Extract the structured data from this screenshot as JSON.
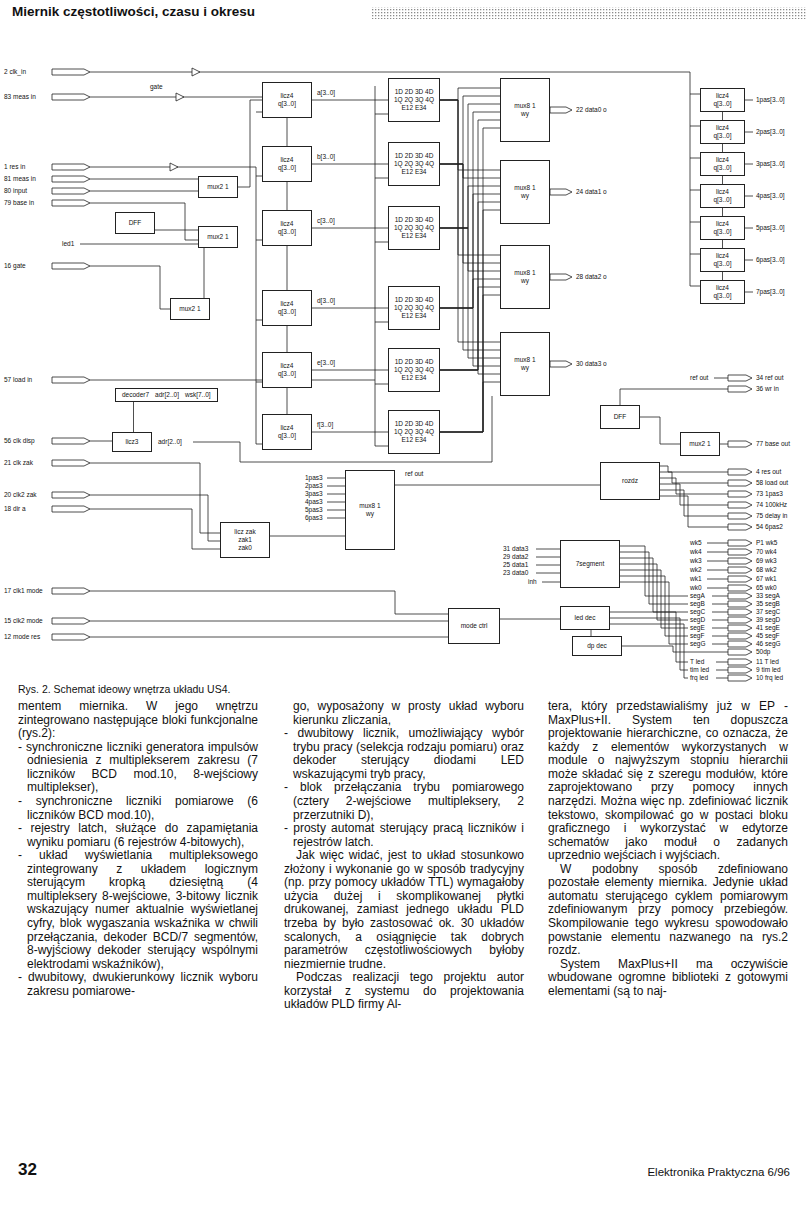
{
  "diagram": {
    "title": "Miernik częstotliwości, czasu i okresu",
    "caption": "Rys. 2. Schemat ideowy wnętrza układu US4.",
    "nodes": [
      {
        "text": [
          "licz4",
          "q[3..0]"
        ]
      },
      {
        "text": [
          "licz4",
          "q[3..0]"
        ]
      },
      {
        "text": [
          "licz4",
          "q[3..0]"
        ]
      },
      {
        "text": [
          "licz4",
          "q[3..0]"
        ]
      },
      {
        "text": [
          "licz4",
          "q[3..0]"
        ]
      },
      {
        "text": [
          "licz4",
          "q[3..0]"
        ]
      },
      {
        "text": [
          "1D 2D 3D 4D",
          "1Q 2Q 3Q 4Q",
          "E12 E34"
        ]
      },
      {
        "text": [
          "1D 2D 3D 4D",
          "1Q 2Q 3Q 4Q",
          "E12 E34"
        ]
      },
      {
        "text": [
          "1D 2D 3D 4D",
          "1Q 2Q 3Q 4Q",
          "E12 E34"
        ]
      },
      {
        "text": [
          "1D 2D 3D 4D",
          "1Q 2Q 3Q 4Q",
          "E12 E34"
        ]
      },
      {
        "text": [
          "1D 2D 3D 4D",
          "1Q 2Q 3Q 4Q",
          "E12 E34"
        ]
      },
      {
        "text": [
          "1D 2D 3D 4D",
          "1Q 2Q 3Q 4Q",
          "E12 E34"
        ]
      },
      {
        "text": [
          "mux8 1",
          "wy"
        ]
      },
      {
        "text": [
          "mux8 1",
          "wy"
        ]
      },
      {
        "text": [
          "mux8 1",
          "wy"
        ]
      },
      {
        "text": [
          "mux8 1",
          "wy"
        ]
      },
      {
        "text": [
          "licz4",
          "q[3..0]"
        ]
      },
      {
        "text": [
          "licz4",
          "q[3..0]"
        ]
      },
      {
        "text": [
          "licz4",
          "q[3..0]"
        ]
      },
      {
        "text": [
          "licz4",
          "q[3..0]"
        ]
      },
      {
        "text": [
          "licz4",
          "q[3..0]"
        ]
      },
      {
        "text": [
          "licz4",
          "q[3..0]"
        ]
      },
      {
        "text": [
          "licz4",
          "q[3..0]"
        ]
      },
      {
        "text": [
          "mux2 1"
        ]
      },
      {
        "text": [
          "DFF"
        ]
      },
      {
        "text": [
          "mux2 1"
        ]
      },
      {
        "text": [
          "mux2 1"
        ]
      },
      {
        "text": [
          "decoder7",
          "adr[2..0]",
          "wsk[7..0]"
        ]
      },
      {
        "text": [
          "licz3"
        ]
      },
      {
        "text": [
          "licz zak",
          "zak1",
          "zak0"
        ]
      },
      {
        "text": [
          "mux8 1",
          "wy"
        ]
      },
      {
        "text": [
          "DFF"
        ]
      },
      {
        "text": [
          "mux2 1"
        ]
      },
      {
        "text": [
          "rozdz"
        ]
      },
      {
        "text": [
          "7segment"
        ]
      },
      {
        "text": [
          "mode ctrl"
        ]
      },
      {
        "text": [
          "led dec"
        ]
      },
      {
        "text": [
          "dp dec"
        ]
      }
    ],
    "edges": [
      {
        "from": 0,
        "to": 1,
        "arrow": "none"
      },
      {
        "from": 1,
        "to": 2,
        "arrow": "none"
      },
      {
        "from": 2,
        "to": 3,
        "arrow": "none"
      },
      {
        "from": 3,
        "to": 4,
        "arrow": "none"
      },
      {
        "from": 4,
        "to": 5,
        "arrow": "none"
      },
      {
        "from": 0,
        "to": 6,
        "arrow": "none"
      },
      {
        "from": 1,
        "to": 7,
        "arrow": "none"
      },
      {
        "from": 2,
        "to": 8,
        "arrow": "none"
      },
      {
        "from": 3,
        "to": 9,
        "arrow": "none"
      },
      {
        "from": 4,
        "to": 10,
        "arrow": "none"
      },
      {
        "from": 5,
        "to": 11,
        "arrow": "none"
      },
      {
        "from": 6,
        "to": 12,
        "arrow": "none"
      },
      {
        "from": 6,
        "to": 13,
        "arrow": "none"
      },
      {
        "from": 6,
        "to": 14,
        "arrow": "none"
      },
      {
        "from": 6,
        "to": 15,
        "arrow": "none"
      },
      {
        "from": 7,
        "to": 12,
        "arrow": "none"
      },
      {
        "from": 7,
        "to": 13,
        "arrow": "none"
      },
      {
        "from": 7,
        "to": 14,
        "arrow": "none"
      },
      {
        "from": 7,
        "to": 15,
        "arrow": "none"
      },
      {
        "from": 8,
        "to": 12,
        "arrow": "none"
      },
      {
        "from": 8,
        "to": 13,
        "arrow": "none"
      },
      {
        "from": 8,
        "to": 14,
        "arrow": "none"
      },
      {
        "from": 8,
        "to": 15,
        "arrow": "none"
      },
      {
        "from": 9,
        "to": 12,
        "arrow": "none"
      },
      {
        "from": 9,
        "to": 13,
        "arrow": "none"
      },
      {
        "from": 9,
        "to": 14,
        "arrow": "none"
      },
      {
        "from": 9,
        "to": 15,
        "arrow": "none"
      },
      {
        "from": 10,
        "to": 12,
        "arrow": "none"
      },
      {
        "from": 10,
        "to": 13,
        "arrow": "none"
      },
      {
        "from": 10,
        "to": 14,
        "arrow": "none"
      },
      {
        "from": 10,
        "to": 15,
        "arrow": "none"
      },
      {
        "from": 11,
        "to": 12,
        "arrow": "none"
      },
      {
        "from": 11,
        "to": 13,
        "arrow": "none"
      },
      {
        "from": 11,
        "to": 14,
        "arrow": "none"
      },
      {
        "from": 11,
        "to": 15,
        "arrow": "none"
      },
      {
        "from": 16,
        "to": 17,
        "arrow": "none"
      },
      {
        "from": 17,
        "to": 18,
        "arrow": "none"
      },
      {
        "from": 18,
        "to": 19,
        "arrow": "none"
      },
      {
        "from": 19,
        "to": 20,
        "arrow": "none"
      },
      {
        "from": 20,
        "to": 21,
        "arrow": "none"
      },
      {
        "from": 21,
        "to": 22,
        "arrow": "none"
      },
      {
        "from": 23,
        "to": 0,
        "arrow": "none"
      },
      {
        "from": 24,
        "to": 25,
        "arrow": "none"
      },
      {
        "from": 25,
        "to": 26,
        "arrow": "none"
      },
      {
        "from": 28,
        "to": 27,
        "arrow": "none"
      },
      {
        "from": 29,
        "to": 30,
        "arrow": "none"
      },
      {
        "from": 30,
        "to": 33,
        "arrow": "none"
      },
      {
        "from": 31,
        "to": 32,
        "arrow": "none"
      },
      {
        "from": 35,
        "to": 36,
        "arrow": "none"
      },
      {
        "from": 36,
        "to": 37,
        "arrow": "none"
      }
    ],
    "labels": [
      "2 clk_in",
      "83 meas in",
      "1 res in",
      "81 meas in",
      "80 input",
      "79 base in",
      "16 gate",
      "57 load in",
      "56 clk disp",
      "21 clk zak",
      "20 clk2 zak",
      "18 dir a",
      "17 clk1 mode",
      "15 clk2 mode",
      "12 mode res",
      "gate",
      "led1",
      "a[3..0]",
      "b[3..0]",
      "c[3..0]",
      "d[3..0]",
      "e[3..0]",
      "f[3..0]",
      "22 data0 o",
      "24 data1 o",
      "28 data2 o",
      "30 data3 o",
      "1pas[3..0]",
      "2pas[3..0]",
      "3pas[3..0]",
      "4pas[3..0]",
      "5pas[3..0]",
      "6pas[3..0]",
      "7pas[3..0]",
      "ref out",
      "ref out",
      "34 ref out",
      "36 wr in",
      "77 base out",
      "4 res out",
      "58 load out",
      "73 1pas3",
      "74 100kHz",
      "75 delay in",
      "54 6pas2",
      "wk5",
      "wk4",
      "wk3",
      "wk2",
      "wk1",
      "wk0",
      "P1 wk5",
      "70 wk4",
      "69 wk3",
      "68 wk2",
      "67 wk1",
      "65 wk0",
      "segA",
      "segB",
      "segC",
      "segD",
      "segE",
      "segF",
      "segG",
      "33 segA",
      "35 segB",
      "37 segC",
      "39 segD",
      "41 segE",
      "45 segF",
      "46 segG",
      "50dp",
      "T led",
      "tim led",
      "frq led",
      "11 T led",
      "9 tim led",
      "10 frq led",
      "31 data3",
      "29 data2",
      "25 data1",
      "23 data0",
      "inh",
      "1pas3",
      "2pas3",
      "3pas3",
      "4pas3",
      "5pas3",
      "6pas3",
      "adr[2..0]",
      "mentem miernika. W jego wnętrzu zintegrowano następujące bloki funkcjonalne (rys.2):",
      "- synchroniczne liczniki generatora impulsów odniesienia z multiplekserem zakresu (7 liczników BCD mod.10, 8-wejściowy multiplekser),",
      "- synchroniczne liczniki pomiarowe (6 liczników BCD mod.10),",
      "- rejestry latch, służące do zapamiętania wyniku pomiaru (6 rejestrów 4-bitowych),",
      "- układ wyświetlania multipleksowego zintegrowany z układem logicznym sterującym kropką dziesiętną (4 multipleksery 8-wejściowe, 3-bitowy licznik wskazujący numer aktualnie wyświetlanej cyfry, blok wygaszania wskaźnika w chwili przełączania, dekoder BCD/7 segmentów, 8-wyjściowy dekoder sterujący wspólnymi elektrodami wskaźników),",
      "- dwubitowy, dwukierunkowy licznik wyboru zakresu pomiarowe-",
      "go, wyposażony w prosty układ wyboru kierunku zliczania,",
      "- dwubitowy licznik, umożliwiający wybór trybu pracy (selekcja rodzaju pomiaru) oraz dekoder sterujący diodami LED wskazującymi tryb pracy,",
      "- blok przełączania trybu pomiarowego (cztery 2-wejściowe multipleksery, 2 przerzutniki D),",
      "- prosty automat sterujący pracą liczników i rejestrów latch.",
      "Jak więc widać, jest to układ stosunkowo złożony i wykonanie go w sposób tradycyjny (np. przy pomocy układów TTL) wymagałoby użycia dużej i skomplikowanej płytki drukowanej, zamiast jednego układu PLD trzeba by było zastosować ok. 30 układów scalonych, a osiągnięcie tak dobrych parametrów częstotliwościowych byłoby niezmiernie trudne.",
      "Podczas realizacji tego projektu autor korzystał z systemu do projektowania układów PLD firmy Al-",
      "tera, który przedstawialiśmy już w EP - MaxPlus+II. System ten dopuszcza projektowanie hierarchiczne, co oznacza, że każdy z elementów wykorzystanych w module o najwyższym stopniu hierarchii może składać się z szeregu modułów, które zaprojektowano przy pomocy innych narzędzi. Można więc np. zdefiniować licznik tekstowo, skompilować go w postaci bloku graficznego i wykorzystać w edytorze schematów jako moduł o zadanych uprzednio wejściach i wyjściach.",
      "W podobny sposób zdefiniowano pozostałe elementy miernika. Jedynie układ automatu sterującego cyklem pomiarowym zdefiniowanym przy pomocy przebiegów. Skompilowanie tego wykresu spowodowało powstanie elementu nazwanego na rys.2 rozdz.",
      "System MaxPlus+II ma oczywiście wbudowane ogromne biblioteki z gotowymi elementami (są to naj-",
      "32",
      "Elektronika Praktyczna 6/96"
    ]
  }
}
